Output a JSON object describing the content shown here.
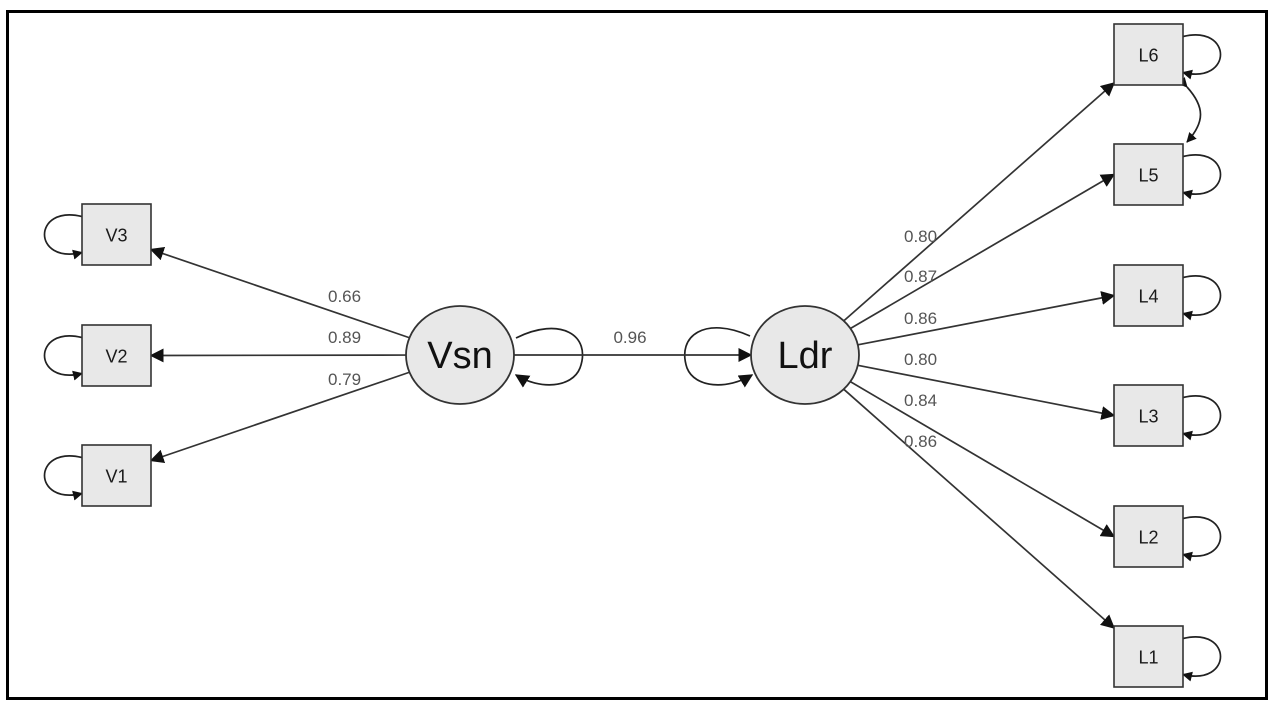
{
  "latents": [
    {
      "id": "vsn",
      "label": "Vsn"
    },
    {
      "id": "ldr",
      "label": "Ldr"
    }
  ],
  "vsn_indicators": [
    {
      "id": "v3",
      "label": "V3",
      "loading": "0.66"
    },
    {
      "id": "v2",
      "label": "V2",
      "loading": "0.89"
    },
    {
      "id": "v1",
      "label": "V1",
      "loading": "0.79"
    }
  ],
  "ldr_indicators": [
    {
      "id": "l6",
      "label": "L6",
      "loading": "0.80"
    },
    {
      "id": "l5",
      "label": "L5",
      "loading": "0.87"
    },
    {
      "id": "l4",
      "label": "L4",
      "loading": "0.86"
    },
    {
      "id": "l3",
      "label": "L3",
      "loading": "0.80"
    },
    {
      "id": "l2",
      "label": "L2",
      "loading": "0.84"
    },
    {
      "id": "l1",
      "label": "L1",
      "loading": "0.86"
    }
  ],
  "structural_path": {
    "label": "0.96"
  },
  "covariances": [
    {
      "from": "l6",
      "to": "l5"
    }
  ]
}
